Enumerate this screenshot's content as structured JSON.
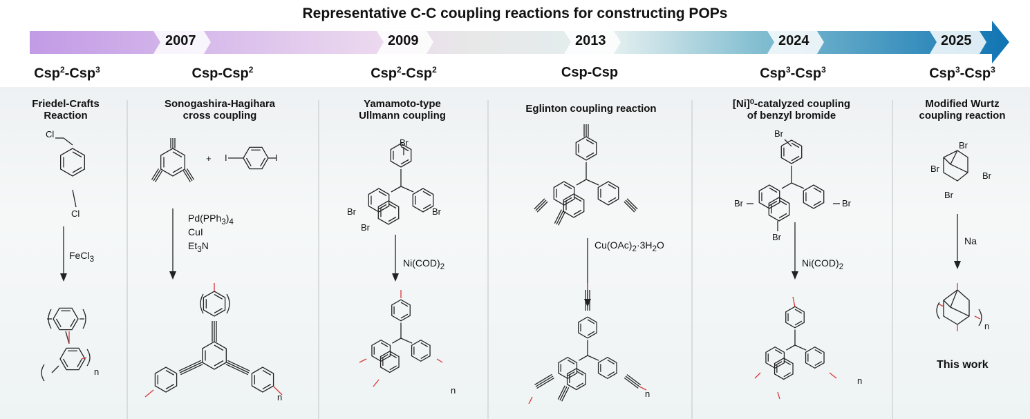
{
  "title": "Representative C-C coupling reactions for constructing POPs",
  "timeline": {
    "years": [
      "2007",
      "2009",
      "2013",
      "2024",
      "2025"
    ],
    "colors": {
      "start": "#c9a4e8",
      "mid": "#e6e6e6",
      "end": "#1b7db6"
    }
  },
  "columns": [
    {
      "bond_a": "Csp",
      "sup_a": "2",
      "bond_b": "-Csp",
      "sup_b": "3",
      "reaction": "Friedel-Crafts\nReaction",
      "reagents": [
        "FeCl3"
      ]
    },
    {
      "bond_a": "Csp-Csp",
      "sup_a": "",
      "bond_b": "",
      "sup_b": "2",
      "reaction": "Sonogashira-Hagihara\ncross coupling",
      "reagents": [
        "Pd(PPh3)4",
        "CuI",
        "Et3N"
      ]
    },
    {
      "bond_a": "Csp",
      "sup_a": "2",
      "bond_b": "-Csp",
      "sup_b": "2",
      "reaction": "Yamamoto-type\nUllmann coupling",
      "reagents": [
        "Ni(COD)2"
      ]
    },
    {
      "bond_a": "Csp-Csp",
      "sup_a": "",
      "bond_b": "",
      "sup_b": "",
      "reaction": "Eglinton coupling reaction",
      "reagents": [
        "Cu(OAc)2·3H2O"
      ]
    },
    {
      "bond_a": "Csp",
      "sup_a": "3",
      "bond_b": "-Csp",
      "sup_b": "3",
      "reaction": "[Ni]⁰-catalyzed coupling\nof benzyl bromide",
      "reagents": [
        "Ni(COD)2"
      ]
    },
    {
      "bond_a": "Csp",
      "sup_a": "3",
      "bond_b": "-Csp",
      "sup_b": "3",
      "reaction": "Modified Wurtz\ncoupling reaction",
      "reagents": [
        "Na"
      ],
      "note": "This work"
    }
  ],
  "atoms": {
    "cl": "Cl",
    "br": "Br",
    "i": "I",
    "n": "n",
    "plus": "+"
  }
}
